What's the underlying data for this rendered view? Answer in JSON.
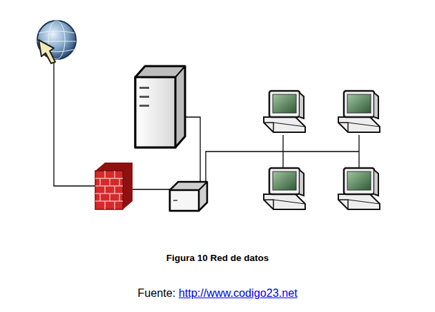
{
  "diagram": {
    "caption": "Figura 10 Red de datos",
    "labels": [
      "Fuente:",
      "http://www.codigo23.net"
    ]
  }
}
